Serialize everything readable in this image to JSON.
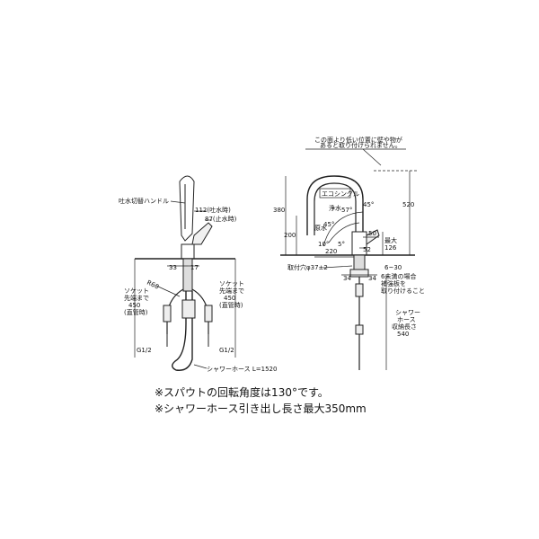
{
  "left_view": {
    "handle_label": "吐水切替ハンドル",
    "dim_112": "112(吐水時)",
    "dim_87": "87(止水時)",
    "dim_33": "33",
    "dim_17": "17",
    "r_label": "R60",
    "socket_left": [
      "ソケット",
      "先端まで",
      "450",
      "(直管時)"
    ],
    "socket_right": [
      "ソケット",
      "先端まで",
      "450",
      "(直管時)"
    ],
    "g_left": "G1/2",
    "g_right": "G1/2",
    "hose_label": "シャワーホース L=1520"
  },
  "right_view": {
    "note_lines": [
      "この面より低い位置に壁や物が",
      "あると取り付けられません。"
    ],
    "eco_label": "エコシングル",
    "dim_380": "380",
    "dim_200": "200",
    "dim_520": "520",
    "angle_45": "45°",
    "angle_57": "57°",
    "angle_45b": "45°",
    "flow_1": "浄水",
    "flow_2": "原水",
    "angle_10": "10°",
    "angle_5": "5°",
    "dim_50": "50",
    "dim_52": "52",
    "max_label": "最大",
    "max_value": "126",
    "dim_220": "220",
    "hole_label": "取付穴φ37±2",
    "dim_range": "6~30",
    "dim_34a": "34",
    "dim_34b": "34",
    "attach_note": [
      "6未満の場合",
      "補強板を",
      "取り付けること"
    ],
    "hose_storage": [
      "シャワー",
      "ホース",
      "収納長さ",
      "540"
    ]
  },
  "notes": [
    "※スパウトの回転角度は130°です。",
    "※シャワーホース引き出し長さ最大350mm"
  ]
}
